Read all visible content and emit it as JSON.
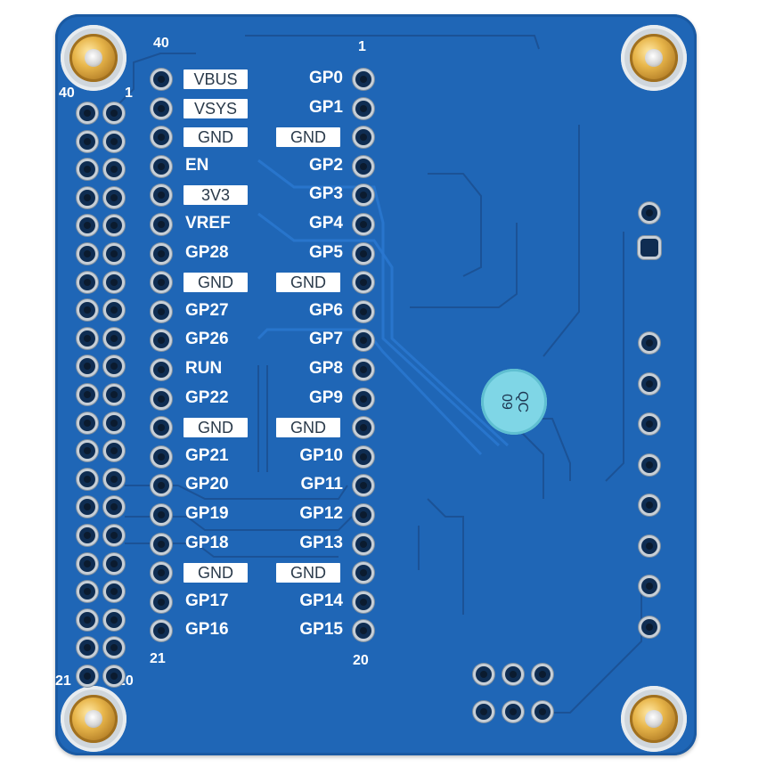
{
  "pin_numbers": {
    "top_40": "40",
    "top_1": "1",
    "left_40": "40",
    "left_1": "1",
    "bottom_21": "21",
    "bottom_20": "20",
    "corner_21": "21",
    "corner_20": "20"
  },
  "left_labels": [
    "VBUS",
    "VSYS",
    "GND",
    "EN",
    "3V3",
    "VREF",
    "GP28",
    "GND",
    "GP27",
    "GP26",
    "RUN",
    "GP22",
    "GND",
    "GP21",
    "GP20",
    "GP19",
    "GP18",
    "GND",
    "GP17",
    "GP16"
  ],
  "right_labels": [
    "GP0",
    "GP1",
    "GND",
    "GP2",
    "GP3",
    "GP4",
    "GP5",
    "GND",
    "GP6",
    "GP7",
    "GP8",
    "GP9",
    "GND",
    "GP10",
    "GP11",
    "GP12",
    "GP13",
    "GND",
    "GP14",
    "GP15"
  ],
  "qc_sticker": {
    "line1": "QC",
    "line2": "09"
  },
  "colors": {
    "pcb": "#1f66b6",
    "silkscreen": "#ffffff",
    "standoff": "#e8b64b"
  }
}
